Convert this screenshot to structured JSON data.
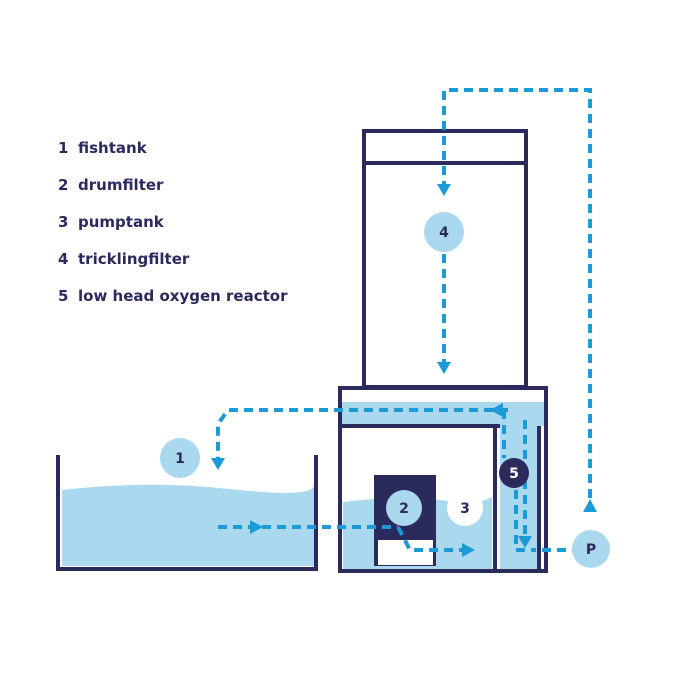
{
  "legend": [
    {
      "num": "1",
      "label": "fishtank"
    },
    {
      "num": "2",
      "label": "drumfilter"
    },
    {
      "num": "3",
      "label": "pumptank"
    },
    {
      "num": "4",
      "label": "tricklingfilter"
    },
    {
      "num": "5",
      "label": "low head oxygen reactor"
    }
  ],
  "markers": {
    "fishtank": "1",
    "drumfilter": "2",
    "pumptank": "3",
    "tricklingfilter": "4",
    "oxygen_reactor": "5",
    "pump": "P"
  },
  "colors": {
    "outline": "#2b2a5c",
    "water": "#a9d8ef",
    "flow": "#1b9ad6",
    "marker_fill": "#a9d8ef",
    "marker_dark": "#2b2a5c",
    "text_dark": "#2b2a5c",
    "text_light": "#ffffff"
  }
}
